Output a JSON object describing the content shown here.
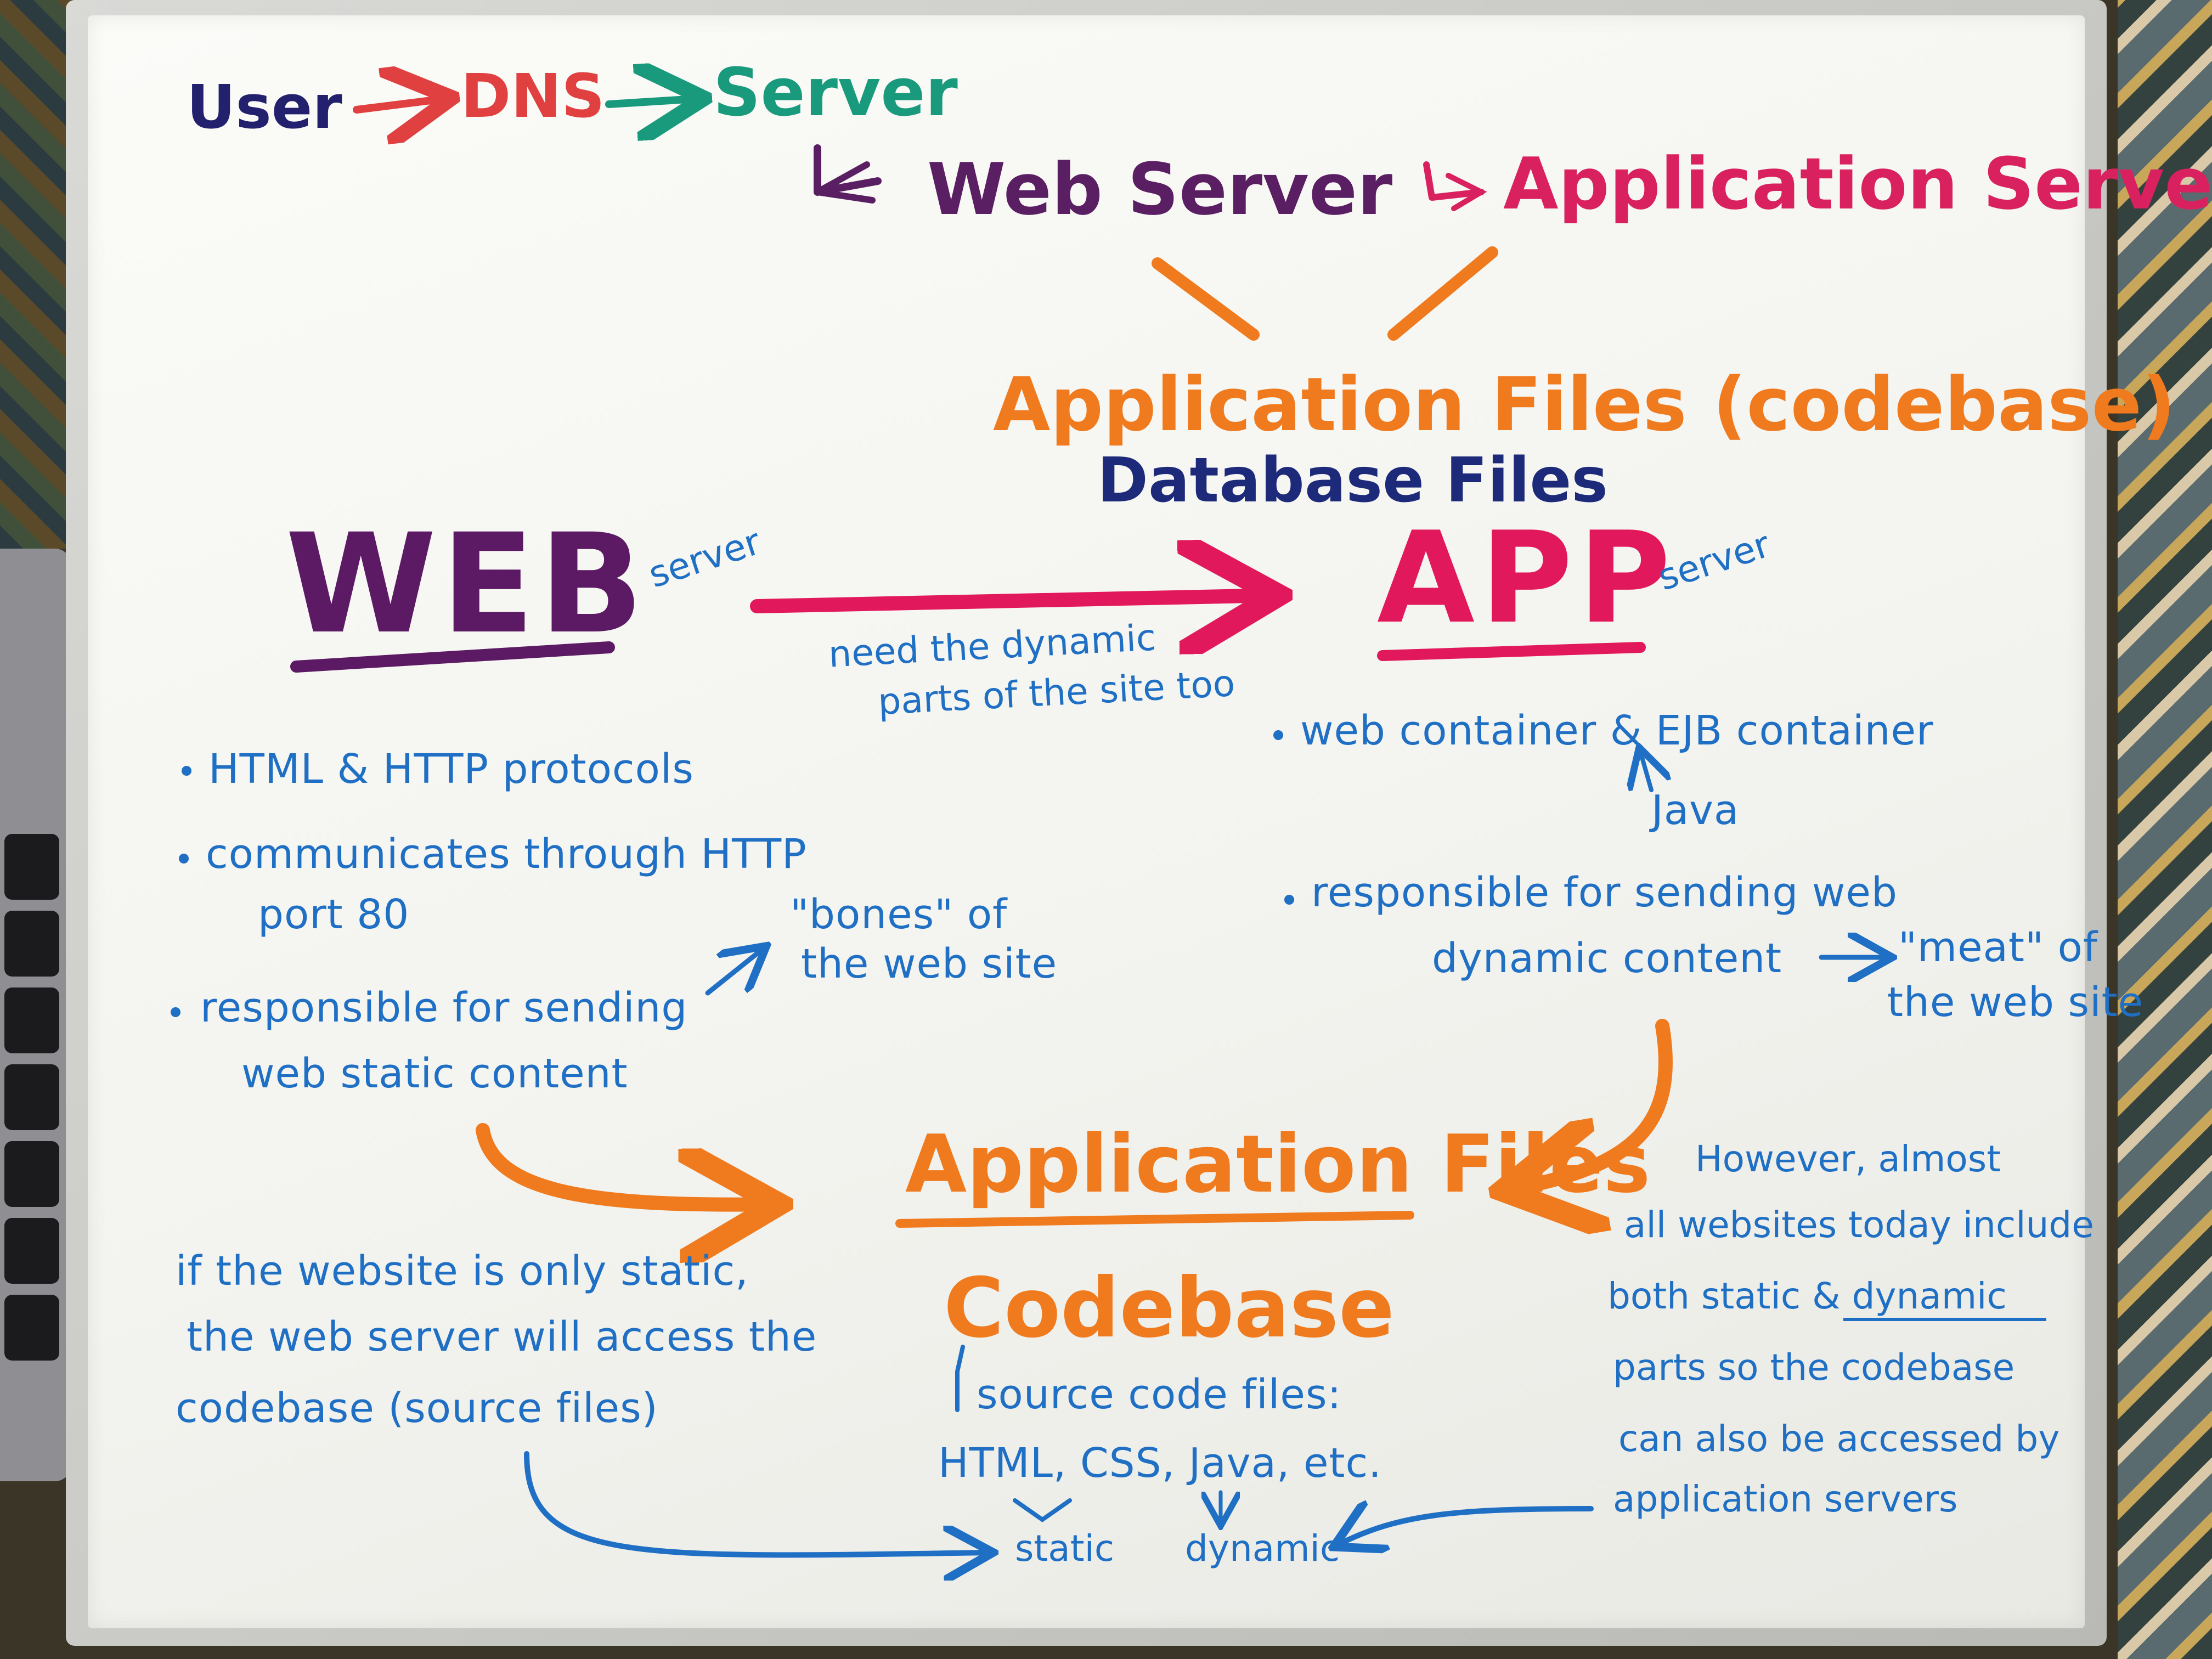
{
  "colors": {
    "navy": "#23206e",
    "red": "#e0403f",
    "teal": "#1a9a7d",
    "purple": "#5a1f63",
    "magenta": "#d9215f",
    "orange": "#f07a1e",
    "dark_blue": "#1d2a7a",
    "blue": "#1f6fc4",
    "web_purple": "#5b1a63",
    "app_pink": "#e2185c"
  },
  "top_flow": {
    "user": "User",
    "dns": "DNS",
    "server": "Server",
    "web_server": "Web Server",
    "application_server": "Application Server",
    "application_files_codebase": "Application Files (codebase)",
    "database_files": "Database Files"
  },
  "web": {
    "title": "WEB",
    "server_tag": "server",
    "bullets": [
      "HTML & HTTP protocols",
      "communicates through HTTP",
      "port 80",
      "responsible for sending",
      "web static content"
    ],
    "bones_note": [
      "\"bones\" of",
      "the web site"
    ]
  },
  "arrow_note": [
    "need the dynamic",
    "parts of the site too"
  ],
  "app": {
    "title": "APP",
    "server_tag": "server",
    "bullets": [
      "web container & EJB container",
      "Java",
      "responsible for sending web",
      "dynamic content"
    ],
    "meat_note": [
      "\"meat\" of",
      "the web site"
    ]
  },
  "center": {
    "application_files": "Application Files",
    "codebase": "Codebase",
    "source_code_files": "source code files:",
    "languages": "HTML, CSS, Java, etc.",
    "static": "static",
    "dynamic": "dynamic"
  },
  "left_note": [
    "if the website is only static,",
    "the web server will access the",
    "codebase (source files)"
  ],
  "right_note": [
    "However, almost",
    "all websites today include",
    "both static & dynamic",
    "parts so the codebase",
    "can also be accessed by",
    "application servers"
  ]
}
